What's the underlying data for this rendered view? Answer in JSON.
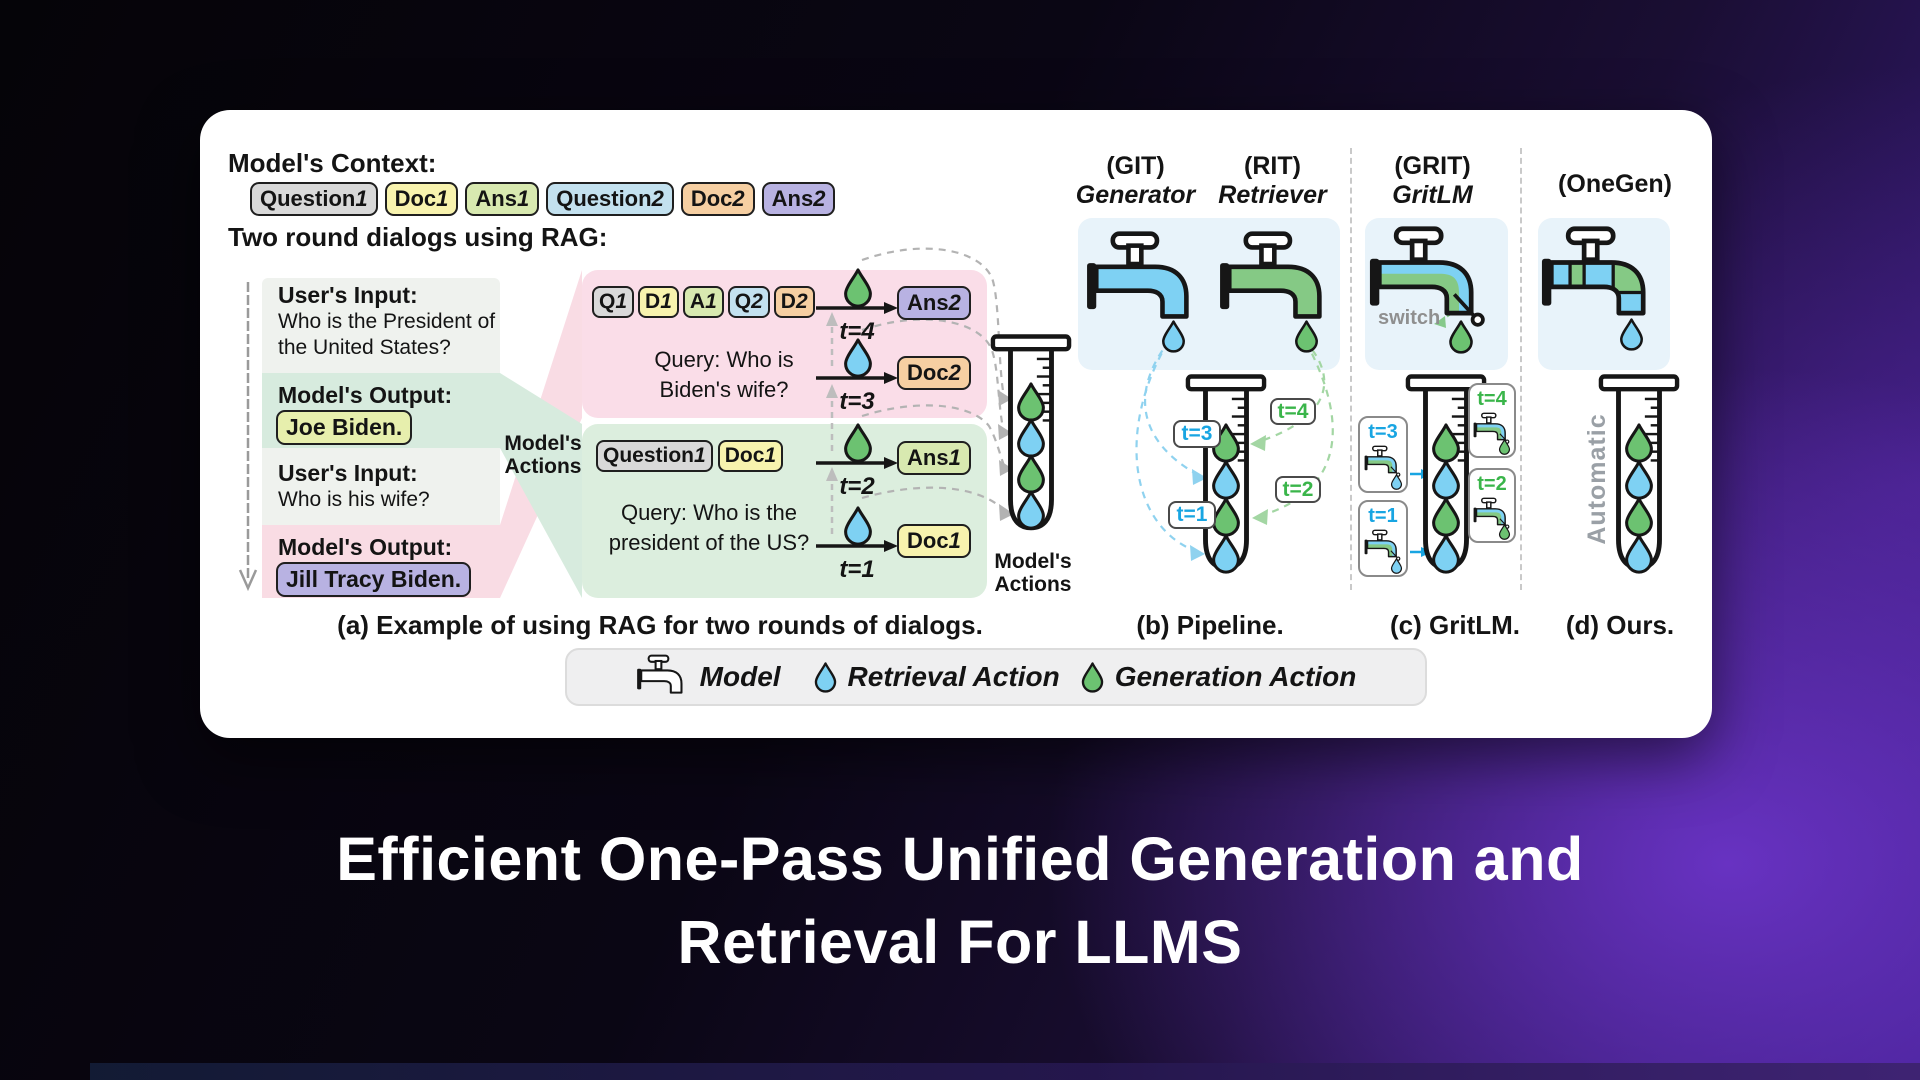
{
  "title": {
    "line1": "Efficient One-Pass Unified Generation and",
    "line2": "Retrieval For LLMS"
  },
  "figure": {
    "context_heading": "Model's Context:",
    "context_tags": [
      {
        "label": "Question",
        "num": "1"
      },
      {
        "label": "Doc",
        "num": "1"
      },
      {
        "label": "Ans",
        "num": "1"
      },
      {
        "label": "Question",
        "num": "2"
      },
      {
        "label": "Doc",
        "num": "2"
      },
      {
        "label": "Ans",
        "num": "2"
      }
    ],
    "rag_heading": "Two round dialogs using RAG:",
    "dialog": {
      "user1_label": "User's Input:",
      "user1_line1": "Who is the President of",
      "user1_line2": "the United States?",
      "model1_label": "Model's Output:",
      "model1_answer": "Joe Biden.",
      "user2_label": "User's Input:",
      "user2_line1": "Who is his wife?",
      "model2_label": "Model's Output:",
      "model2_answer": "Jill Tracy Biden."
    },
    "actions_label": {
      "line1": "Model's",
      "line2": "Actions"
    },
    "round2": {
      "tags": [
        {
          "label": "Q",
          "num": "1"
        },
        {
          "label": "D",
          "num": "1"
        },
        {
          "label": "A",
          "num": "1"
        },
        {
          "label": "Q",
          "num": "2"
        },
        {
          "label": "D",
          "num": "2"
        }
      ],
      "query_line1": "Query: Who is",
      "query_line2": "Biden's wife?"
    },
    "round1": {
      "tags": [
        {
          "label": "Question",
          "num": "1"
        },
        {
          "label": "Doc",
          "num": "1"
        }
      ],
      "query_line1": "Query: Who is the",
      "query_line2": "president of the US?"
    },
    "steps": {
      "t4": {
        "label": "t=4",
        "target_label": "Ans",
        "target_num": "2"
      },
      "t3": {
        "label": "t=3",
        "target_label": "Doc",
        "target_num": "2"
      },
      "t2": {
        "label": "t=2",
        "target_label": "Ans",
        "target_num": "1"
      },
      "t1": {
        "label": "t=1",
        "target_label": "Doc",
        "target_num": "1"
      }
    },
    "t_labels": {
      "t1": "t=1",
      "t2": "t=2",
      "t3": "t=3",
      "t4": "t=4"
    },
    "panel_b": {
      "tag_left": "(GIT)",
      "name_left": "Generator",
      "tag_right": "(RIT)",
      "name_right": "Retriever"
    },
    "panel_c": {
      "tag": "(GRIT)",
      "name": "GritLM",
      "switch_label": "switch"
    },
    "panel_d": {
      "tag": "(OneGen)",
      "automatic_label": "Automatic"
    },
    "captions": {
      "a": "(a) Example of using RAG for two rounds of dialogs.",
      "b": "(b) Pipeline.",
      "c": "(c) GritLM.",
      "d": "(d) Ours."
    },
    "legend": {
      "model": "Model",
      "retrieval": "Retrieval Action",
      "generation": "Generation Action"
    },
    "colors": {
      "retrieval_blue": "#7ed1f3",
      "generation_green": "#6cc271",
      "tag_question1": "#d9d9d9",
      "tag_doc1": "#f8f3ae",
      "tag_ans1": "#d8e9b0",
      "tag_question2": "#c3e1ef",
      "tag_doc2": "#f6cfa2",
      "tag_ans2": "#b8b2e2",
      "panel_pink": "#fadde8",
      "panel_green": "#dceede",
      "background_purple": "#5d2bb4"
    }
  }
}
